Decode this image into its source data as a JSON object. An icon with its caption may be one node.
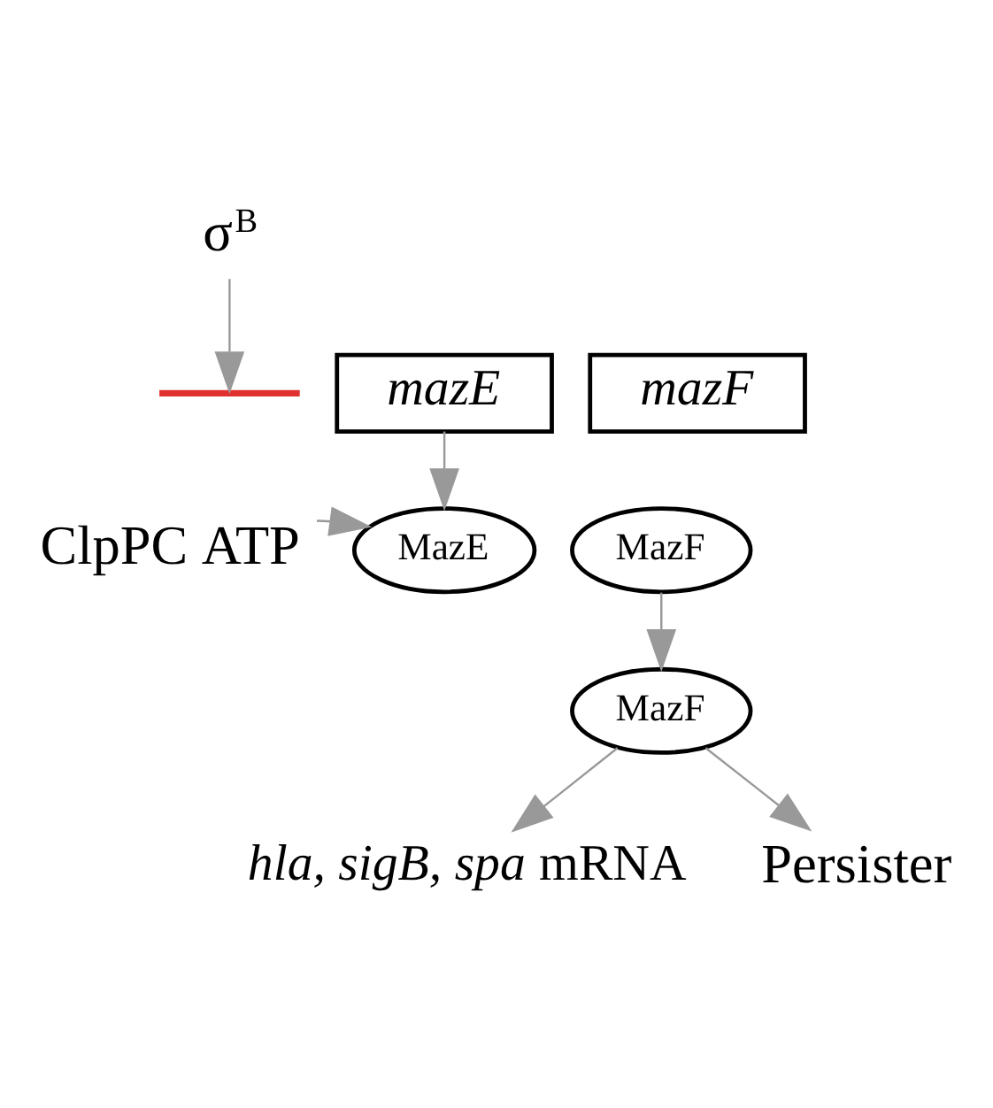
{
  "diagram": {
    "nodes": [
      {
        "text": [
          "σ$^{B}$"
        ]
      },
      {
        "text": [],
        "shape": "bar"
      },
      {
        "text": [
          "*mazE*"
        ]
      },
      {
        "text": [
          "*mazF*"
        ]
      },
      {
        "text": [
          "ClpPC ATP"
        ]
      },
      {
        "text": [
          "MazE"
        ]
      },
      {
        "text": [
          "MazF"
        ]
      },
      {
        "text": [
          "MazF"
        ]
      },
      {
        "text": [
          "*hla, sigB, spa* mRNA"
        ]
      },
      {
        "text": [
          "Persister"
        ]
      }
    ],
    "edges": [
      {
        "from": 0,
        "to": 1,
        "arrow": "to"
      },
      {
        "from": 2,
        "to": 5,
        "arrow": "to"
      },
      {
        "from": 4,
        "to": 5,
        "arrow": "to"
      },
      {
        "from": 6,
        "to": 7,
        "arrow": "to"
      },
      {
        "from": 7,
        "to": 8,
        "arrow": "to"
      },
      {
        "from": 7,
        "to": 9,
        "arrow": "to"
      }
    ]
  }
}
